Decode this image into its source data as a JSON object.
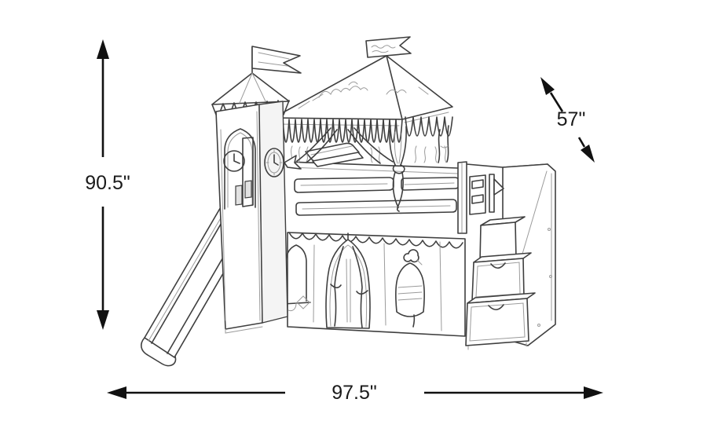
{
  "colors": {
    "background": "#ffffff",
    "line": "#3f3f3f",
    "line-light": "#9b9b9b",
    "dim": "#111111",
    "text": "#1a1a1a"
  },
  "diagram": {
    "type": "product-dimension-diagram",
    "subject": "Castle-themed loft bed line drawing with tower, tent canopy, slide and storage step stairs",
    "dimensions": {
      "height": {
        "value": "90.5\"",
        "axis": "vertical"
      },
      "width": {
        "value": "97.5\"",
        "axis": "horizontal"
      },
      "depth": {
        "value": "57\"",
        "axis": "diagonal"
      }
    },
    "parts": [
      "pennant-flag",
      "banner-flag",
      "tower-clock-window",
      "tent-canopy",
      "canopy-valance",
      "canopy-curtains",
      "bed-guard-rails",
      "play-curtain-door",
      "play-curtain-windows",
      "slide",
      "storage-stairs-with-drawers"
    ]
  }
}
